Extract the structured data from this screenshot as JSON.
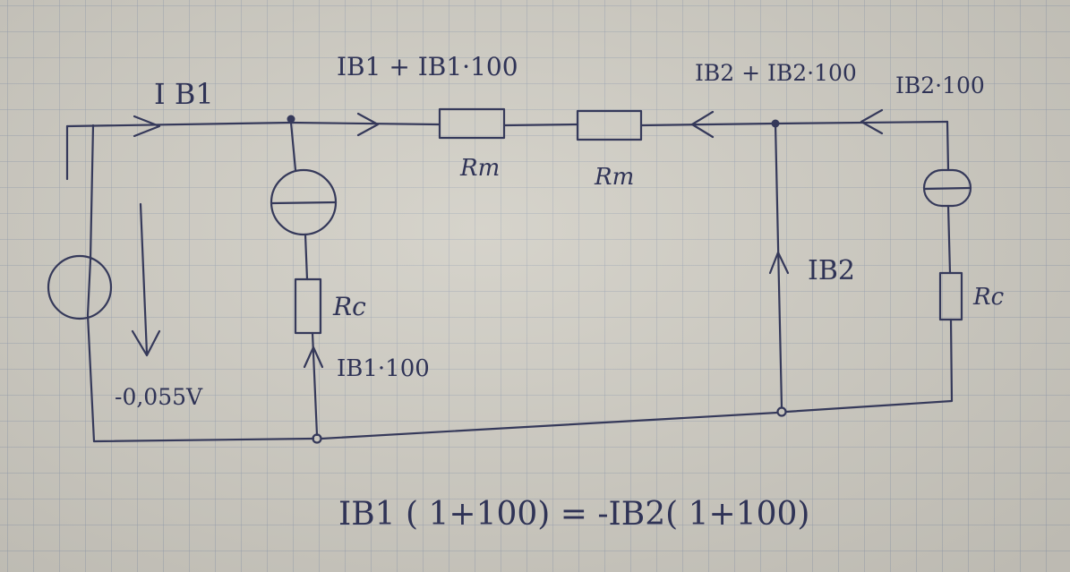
{
  "labels": {
    "ib1_left": "I B1",
    "ib1_top": "IB1 + IB1·100",
    "ib2_top": "IB2 + IB2·100",
    "ib2_100_right": "IB2·100",
    "rm_left": "Rm",
    "rm_right": "Rm",
    "rc_left": "Rc",
    "rc_right": "Rc",
    "ib1_100": "IB1·100",
    "ib2_vertical": "IB2",
    "voltage": "-0,055V"
  },
  "equation": "IB1 ( 1+100) = -IB2( 1+100)",
  "colors": {
    "ink": "#35395a",
    "paper": "#cdcac1",
    "grid": "#96a0af"
  }
}
